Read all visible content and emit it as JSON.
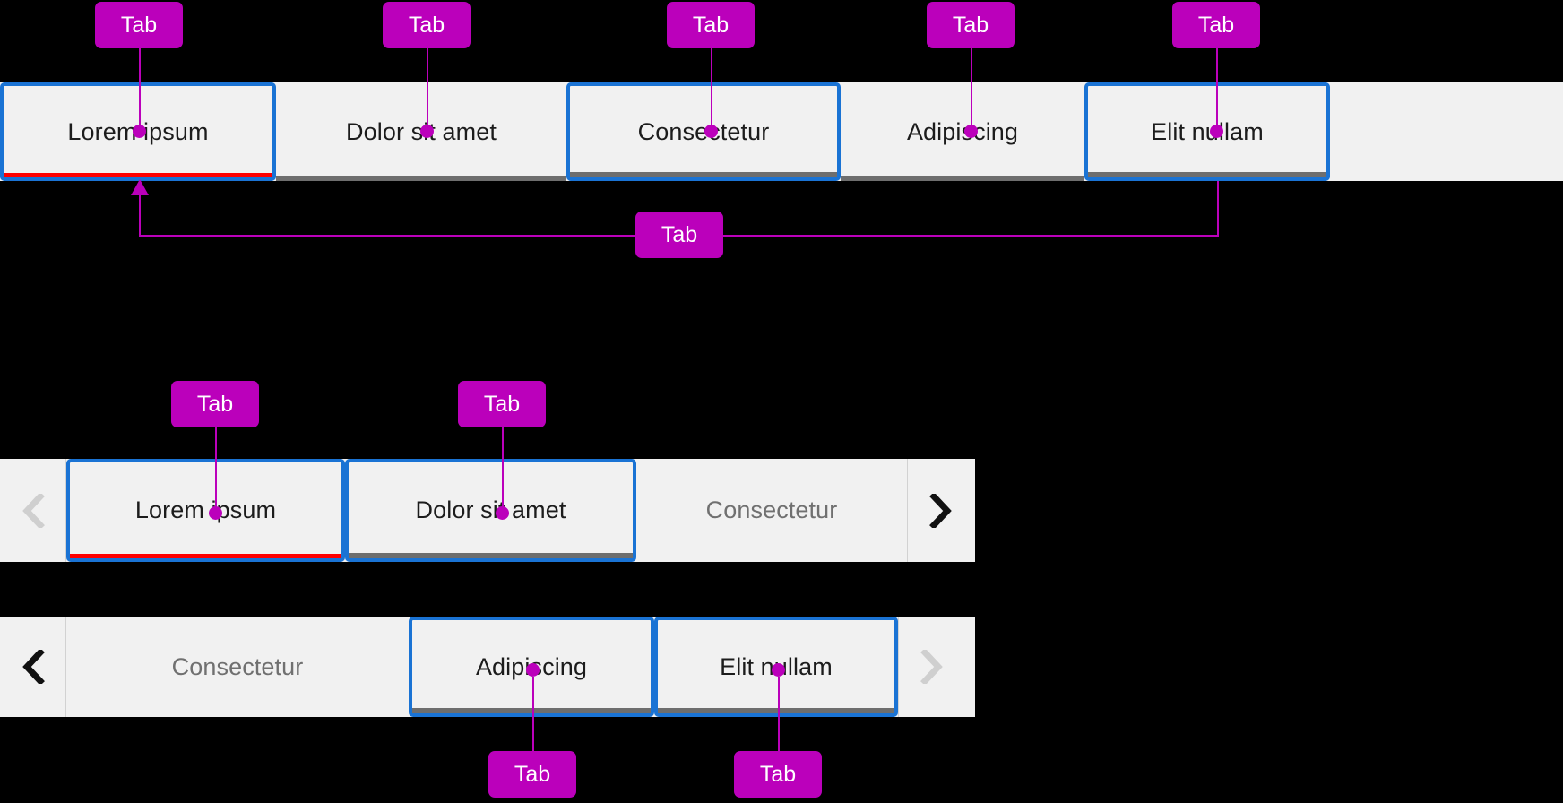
{
  "annotation": {
    "role_label": "Tab",
    "callout_color": "#bb00bb",
    "callout_text_color": "#ffffff"
  },
  "colors": {
    "background": "#000000",
    "strip_background": "#f1f1f1",
    "tab_background": "#f1f1f1",
    "focus_ring": "#1a73d4",
    "selected_indicator": "#ff0000",
    "inactive_indicator": "#6e6e6e",
    "label_text": "#1c1c1c",
    "muted_text": "#707070",
    "chevron_enabled": "#111111",
    "chevron_disabled": "#cfcfcf"
  },
  "strips": [
    {
      "name": "full-width-tablist",
      "scroll_buttons": false,
      "tabs": [
        {
          "label": "Lorem ipsum",
          "selected": true,
          "focus_ring": true,
          "indicator": "selected"
        },
        {
          "label": "Dolor sit amet",
          "selected": false,
          "focus_ring": false,
          "indicator": "inactive"
        },
        {
          "label": "Consectetur",
          "selected": false,
          "focus_ring": true,
          "indicator": "inactive"
        },
        {
          "label": "Adipiscing",
          "selected": false,
          "focus_ring": false,
          "indicator": "inactive"
        },
        {
          "label": "Elit nullam",
          "selected": false,
          "focus_ring": true,
          "indicator": "inactive"
        }
      ]
    },
    {
      "name": "scrollable-tablist-start",
      "scroll_buttons": true,
      "prev_enabled": false,
      "next_enabled": true,
      "prev_icon": "chevron-left-icon",
      "next_icon": "chevron-right-icon",
      "tabs": [
        {
          "label": "Lorem ipsum",
          "selected": true,
          "focus_ring": true,
          "indicator": "selected"
        },
        {
          "label": "Dolor sit amet",
          "selected": false,
          "focus_ring": true,
          "indicator": "inactive"
        },
        {
          "label": "Consectetur",
          "selected": false,
          "focus_ring": false,
          "indicator": "none",
          "muted": true
        }
      ]
    },
    {
      "name": "scrollable-tablist-end",
      "scroll_buttons": true,
      "prev_enabled": true,
      "next_enabled": false,
      "prev_icon": "chevron-left-icon",
      "next_icon": "chevron-right-icon",
      "tabs": [
        {
          "label": "Consectetur",
          "selected": false,
          "focus_ring": false,
          "indicator": "none",
          "muted": true
        },
        {
          "label": "Adipiscing",
          "selected": false,
          "focus_ring": true,
          "indicator": "inactive"
        },
        {
          "label": "Elit nullam",
          "selected": false,
          "focus_ring": true,
          "indicator": "inactive"
        }
      ]
    }
  ],
  "callouts": [
    {
      "id": "c1",
      "label": "Tab",
      "target": "strip1-tab1"
    },
    {
      "id": "c2",
      "label": "Tab",
      "target": "strip1-tab2"
    },
    {
      "id": "c3",
      "label": "Tab",
      "target": "strip1-tab3"
    },
    {
      "id": "c4",
      "label": "Tab",
      "target": "strip1-tab4"
    },
    {
      "id": "c5",
      "label": "Tab",
      "target": "strip1-tab5"
    },
    {
      "id": "c6",
      "label": "Tab",
      "target": "strip1-tablist"
    },
    {
      "id": "c7",
      "label": "Tab",
      "target": "strip2-tab1"
    },
    {
      "id": "c8",
      "label": "Tab",
      "target": "strip2-tab2"
    },
    {
      "id": "c9",
      "label": "Tab",
      "target": "strip3-tab2"
    },
    {
      "id": "c10",
      "label": "Tab",
      "target": "strip3-tab3"
    }
  ]
}
